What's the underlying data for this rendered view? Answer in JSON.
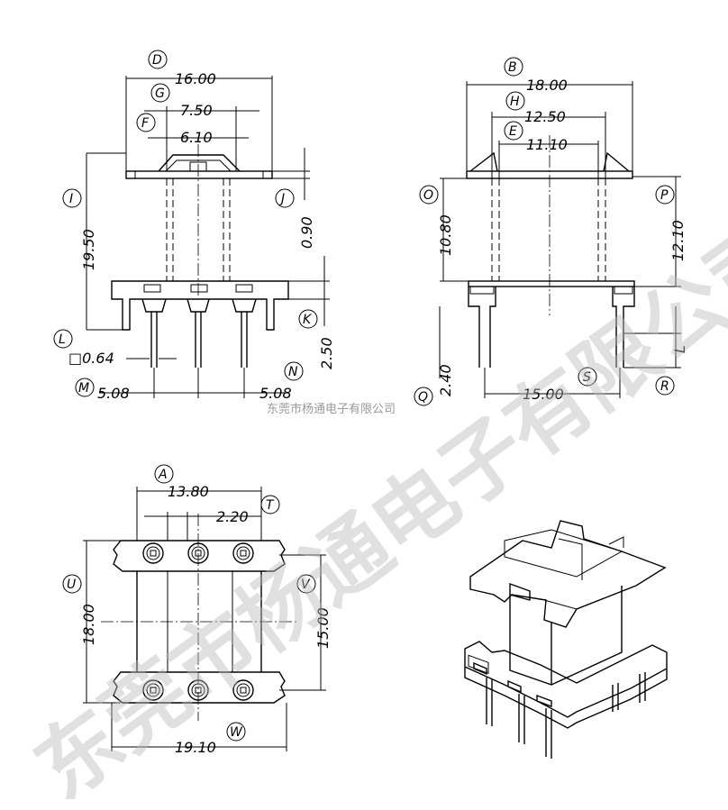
{
  "views": {
    "front": {
      "dims": {
        "d16": "16.00",
        "d750": "7.50",
        "d610": "6.10",
        "d1950": "19.50",
        "d090": "0.90",
        "d250": "2.50",
        "d064": "□0.64",
        "d508a": "5.08",
        "d508b": "5.08"
      },
      "labels": {
        "D": "D",
        "G": "G",
        "F": "F",
        "I": "I",
        "J": "J",
        "K": "K",
        "L": "L",
        "M": "M",
        "N": "N"
      }
    },
    "side": {
      "dims": {
        "d18": "18.00",
        "d1250": "12.50",
        "d1110": "11.10",
        "d1080": "10.80",
        "d1210": "12.10",
        "d1500": "15.00",
        "d240": "2.40",
        "dL": "L"
      },
      "labels": {
        "B": "B",
        "H": "H",
        "E": "E",
        "O": "O",
        "P": "P",
        "Q": "Q",
        "R": "R",
        "S": "S"
      }
    },
    "bottom": {
      "dims": {
        "d1380": "13.80",
        "d220": "2.20",
        "d1800": "18.00",
        "d1500": "15.00",
        "d1910": "19.10"
      },
      "labels": {
        "A": "A",
        "T": "T",
        "U": "U",
        "V": "V",
        "W": "W"
      }
    }
  },
  "caption": "东莞市杨通电子有限公司",
  "watermark": "东莞市杨通电子有限公司"
}
